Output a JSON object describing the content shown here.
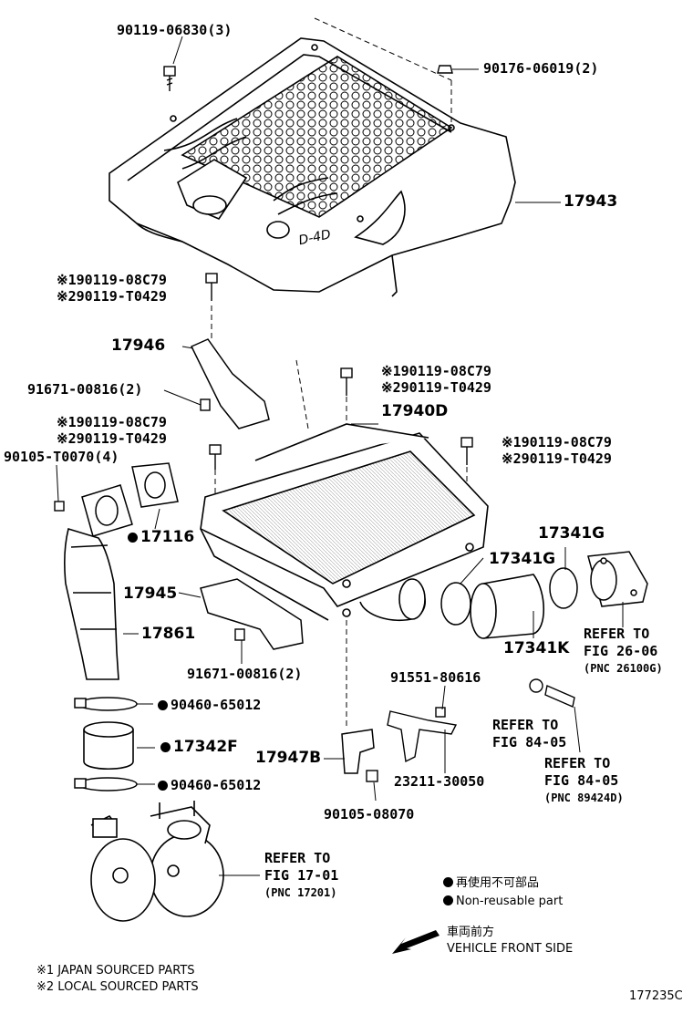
{
  "labels": {
    "p9011906830": "90119-06830(3)",
    "p9017606019": "90176-06019(2)",
    "p17943": "17943",
    "cover_bolt_a": "※190119-08C79",
    "cover_bolt_b": "※290119-T0429",
    "p17946": "17946",
    "p9167100816_a": "91671-00816(2)",
    "mid_bolt_a": "※190119-08C79",
    "mid_bolt_b": "※290119-T0429",
    "p17940D": "17940D",
    "left_bolt_a": "※190119-08C79",
    "left_bolt_b": "※290119-T0429",
    "right_bolt_a": "※190119-08C79",
    "right_bolt_b": "※290119-T0429",
    "p90105T0070": "90105-T0070(4)",
    "p17116": "17116",
    "p17341G_a": "17341G",
    "p17341G_b": "17341G",
    "p17945": "17945",
    "p17341K": "17341K",
    "p17861": "17861",
    "p9167100816_b": "91671-00816(2)",
    "p9155180616": "91551-80616",
    "p9046065012_a": "90460-65012",
    "p17342F": "17342F",
    "p17947B": "17947B",
    "p2321130050": "23211-30050",
    "p9046065012_b": "90460-65012",
    "p9010508070": "90105-08070"
  },
  "refs": {
    "fig2606": {
      "line1": "REFER TO",
      "line2": "FIG 26-06",
      "pnc": "(PNC 26100G)"
    },
    "fig8405a": {
      "line1": "REFER TO",
      "line2": "FIG 84-05"
    },
    "fig8405b": {
      "line1": "REFER TO",
      "line2": "FIG 84-05",
      "pnc": "(PNC 89424D)"
    },
    "fig1701": {
      "line1": "REFER TO",
      "line2": "FIG 17-01",
      "pnc": "(PNC 17201)"
    }
  },
  "legend": {
    "nonreusable_jp": "再使用不可部品",
    "nonreusable_en": "Non-reusable part",
    "front_jp": "車両前方",
    "front_en": "VEHICLE FRONT SIDE",
    "note1": "※1 JAPAN SOURCED PARTS",
    "note2": "※2 LOCAL SOURCED PARTS"
  },
  "figure_id": "177235C",
  "cover_logo_text": "D-4D"
}
